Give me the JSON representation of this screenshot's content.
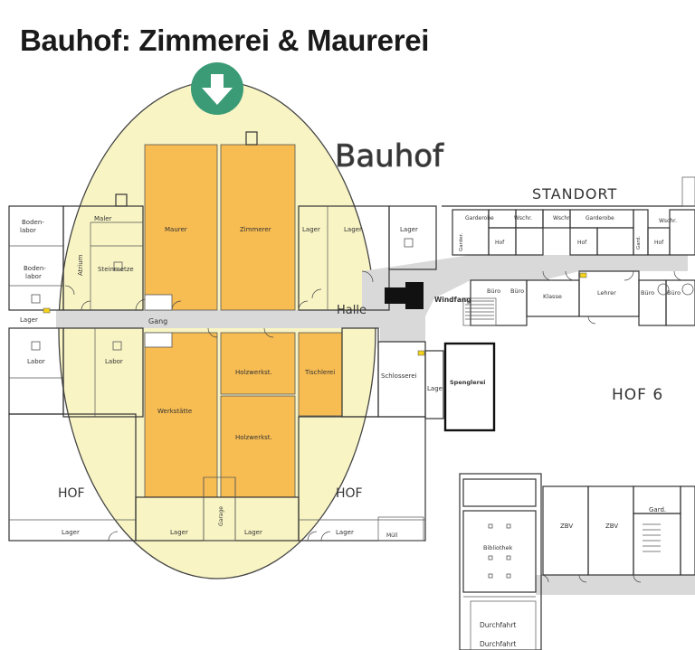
{
  "title": "Bauhof: Zimmerei & Maurerei",
  "map_labels": {
    "bauhof": "Bauhof",
    "standort": "STANDORT",
    "hof6": "HOF 6",
    "hof_left": "HOF",
    "hof_mid": "HOF",
    "halle": "Halle",
    "gang": "Gang"
  },
  "highlighted_rooms": {
    "maurer": "Maurer",
    "zimmerer": "Zimmerer",
    "werkstaette": "Werkstätte",
    "holzwerkst_1": "Holzwerkst.",
    "holzwerkst_2": "Holzwerkst.",
    "tischlerei": "Tischlerei"
  },
  "rooms": {
    "bodenlabor_1": "Boden-\nlabor",
    "bodenlabor_1a": "Boden-",
    "bodenlabor_1b": "labor",
    "bodenlabor_2a": "Boden-",
    "bodenlabor_2b": "labor",
    "lager_w": "Lager",
    "labor_w": "Labor",
    "labor_c": "Labor",
    "maler": "Maler",
    "atrium": "Atrium",
    "steinmetze": "Steinmetze",
    "lager_n1": "Lager",
    "lager_n2": "Lager",
    "lager_n3": "Lager",
    "schlosserei": "Schlosserei",
    "lager_e": "Lager",
    "spenglerei": "Spenglerei",
    "windfang": "Windfang",
    "garderobe_1": "Garderobe",
    "wschr_1": "Wschr.",
    "wschr_2": "Wschr.",
    "garderobe_2": "Garderobe",
    "wschr_3": "Wschr.",
    "hof_r1": "Hof",
    "hof_r2": "Hof",
    "hof_r3": "Hof",
    "garderobe_3": "Garder.",
    "garderobe_4": "Gard.",
    "buero_1": "Büro",
    "buero_2": "Büro",
    "buero_3": "Büro",
    "buero_4": "Büro",
    "klasse": "Klasse",
    "lehrer": "Lehrer",
    "lager_s1": "Lager",
    "lager_s2": "Lager",
    "lager_s3": "Lager",
    "lager_s4": "Lager",
    "garage": "Garage",
    "muell": "Müll",
    "bibliothek": "Bibliothek",
    "zbv_1": "ZBV",
    "zbv_2": "ZBV",
    "garderobe_s": "Gard.",
    "durchfahrt_1": "Durchfahrt",
    "durchfahrt_2": "Durchfahrt"
  },
  "colors": {
    "highlight_ellipse": "#f8f4c4",
    "highlight_rooms": "#f7bc52",
    "corridor": "#d9d9d9",
    "marker": "#3a9b76"
  },
  "icons": {
    "location_marker": "arrow-down-icon"
  }
}
